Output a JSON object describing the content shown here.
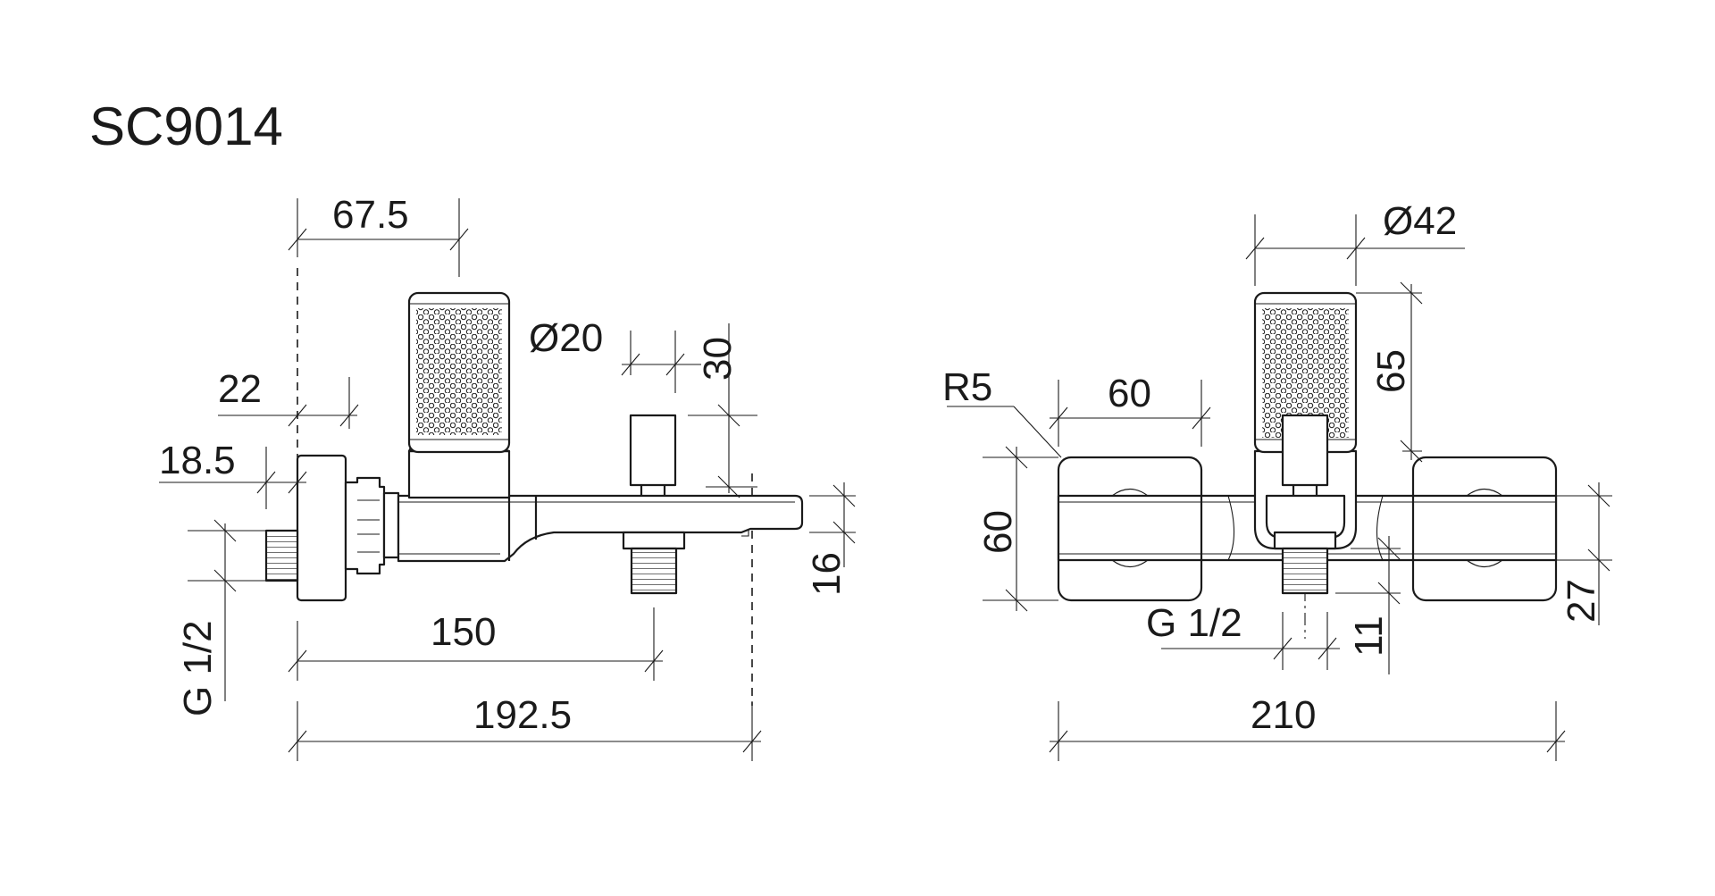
{
  "title": "SC9014",
  "side_view": {
    "dimensions": {
      "handle_offset": "67.5",
      "body_depth": "22",
      "eccentric_depth": "18.5",
      "outlet_diameter": "Ø20",
      "outlet_height": "30",
      "spout_thickness": "16",
      "inlet_thread": "G 1/2",
      "outlet_distance": "150",
      "total_length": "192.5"
    }
  },
  "front_view": {
    "dimensions": {
      "handle_diameter": "Ø42",
      "corner_radius": "R5",
      "flange_width": "60",
      "handle_height": "65",
      "body_height": "60",
      "outlet_thread": "G 1/2",
      "outlet_length": "11",
      "bar_height": "27",
      "total_width": "210"
    }
  }
}
